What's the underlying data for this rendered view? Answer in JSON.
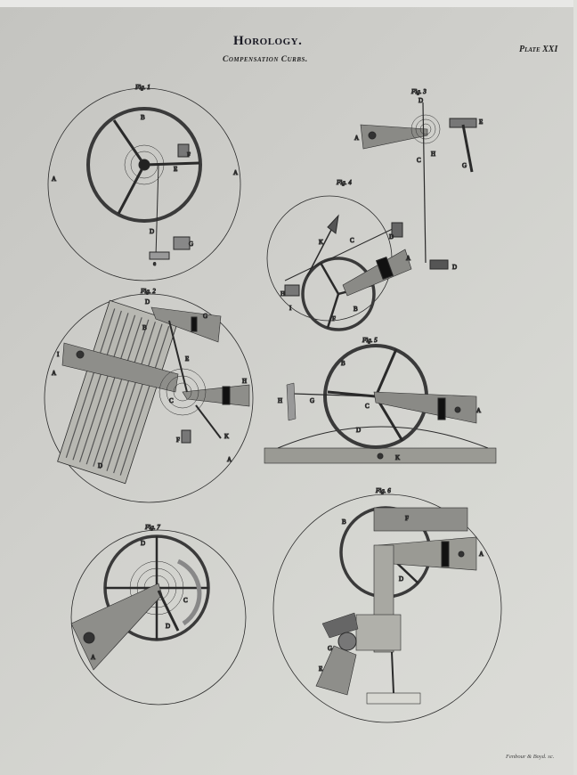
{
  "header": {
    "title": "Horology.",
    "subtitle": "Compensation Curbs.",
    "plate": "Plate XXI"
  },
  "signature": "Fenbour & Boyd. sc.",
  "figures": [
    {
      "label": "Fig. 1",
      "letters": [
        "A",
        "A",
        "B",
        "E",
        "F",
        "D",
        "G",
        "e"
      ]
    },
    {
      "label": "Fig. 2",
      "letters": [
        "D",
        "G",
        "B",
        "I",
        "A",
        "E",
        "H",
        "C",
        "F",
        "K",
        "D",
        "A"
      ]
    },
    {
      "label": "Fig. 3",
      "letters": [
        "D",
        "A",
        "H",
        "C",
        "E",
        "G",
        "D"
      ]
    },
    {
      "label": "Fig. 4",
      "letters": [
        "K",
        "C",
        "D",
        "A",
        "H",
        "I",
        "F",
        "B"
      ]
    },
    {
      "label": "Fig. 5",
      "letters": [
        "B",
        "H",
        "G",
        "C",
        "D",
        "A",
        "K"
      ]
    },
    {
      "label": "Fig. 6",
      "letters": [
        "B",
        "F",
        "A",
        "D",
        "G",
        "E"
      ]
    },
    {
      "label": "Fig. 7",
      "letters": [
        "D",
        "C",
        "A",
        "D"
      ]
    }
  ]
}
